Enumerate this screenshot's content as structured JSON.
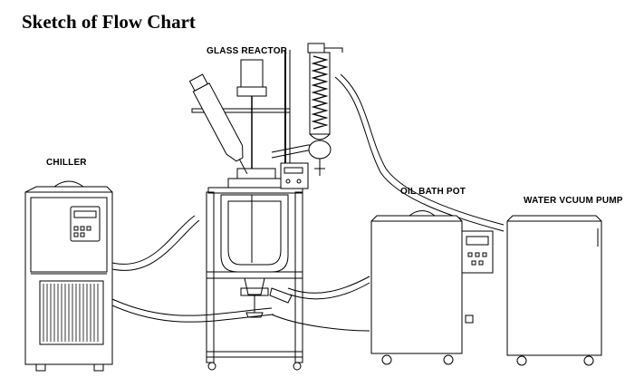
{
  "title": "Sketch of Flow Chart",
  "labels": {
    "chiller": "CHILLER",
    "glass_reactor": "GLASS REACTOR",
    "oil_bath_pot": "OIL BATH POT",
    "water_vacuum_pump": "WATER VCUUM PUMP"
  },
  "line_color": "#000000"
}
